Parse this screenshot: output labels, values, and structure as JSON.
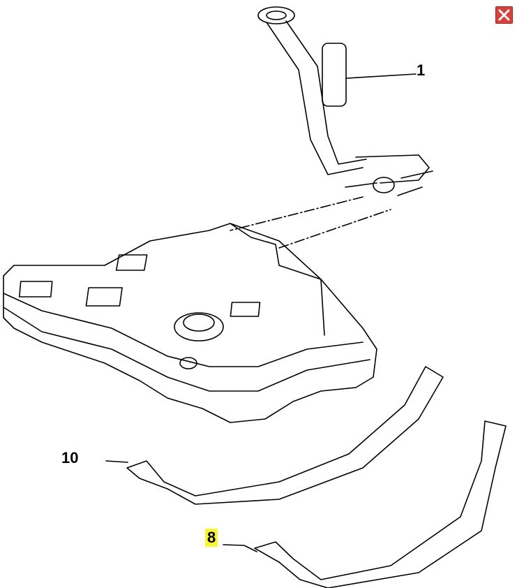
{
  "callouts": {
    "part_1": "1",
    "part_10": "10",
    "part_8": "8"
  },
  "highlight_color": "#f7f72a",
  "close_icon": "close-icon"
}
